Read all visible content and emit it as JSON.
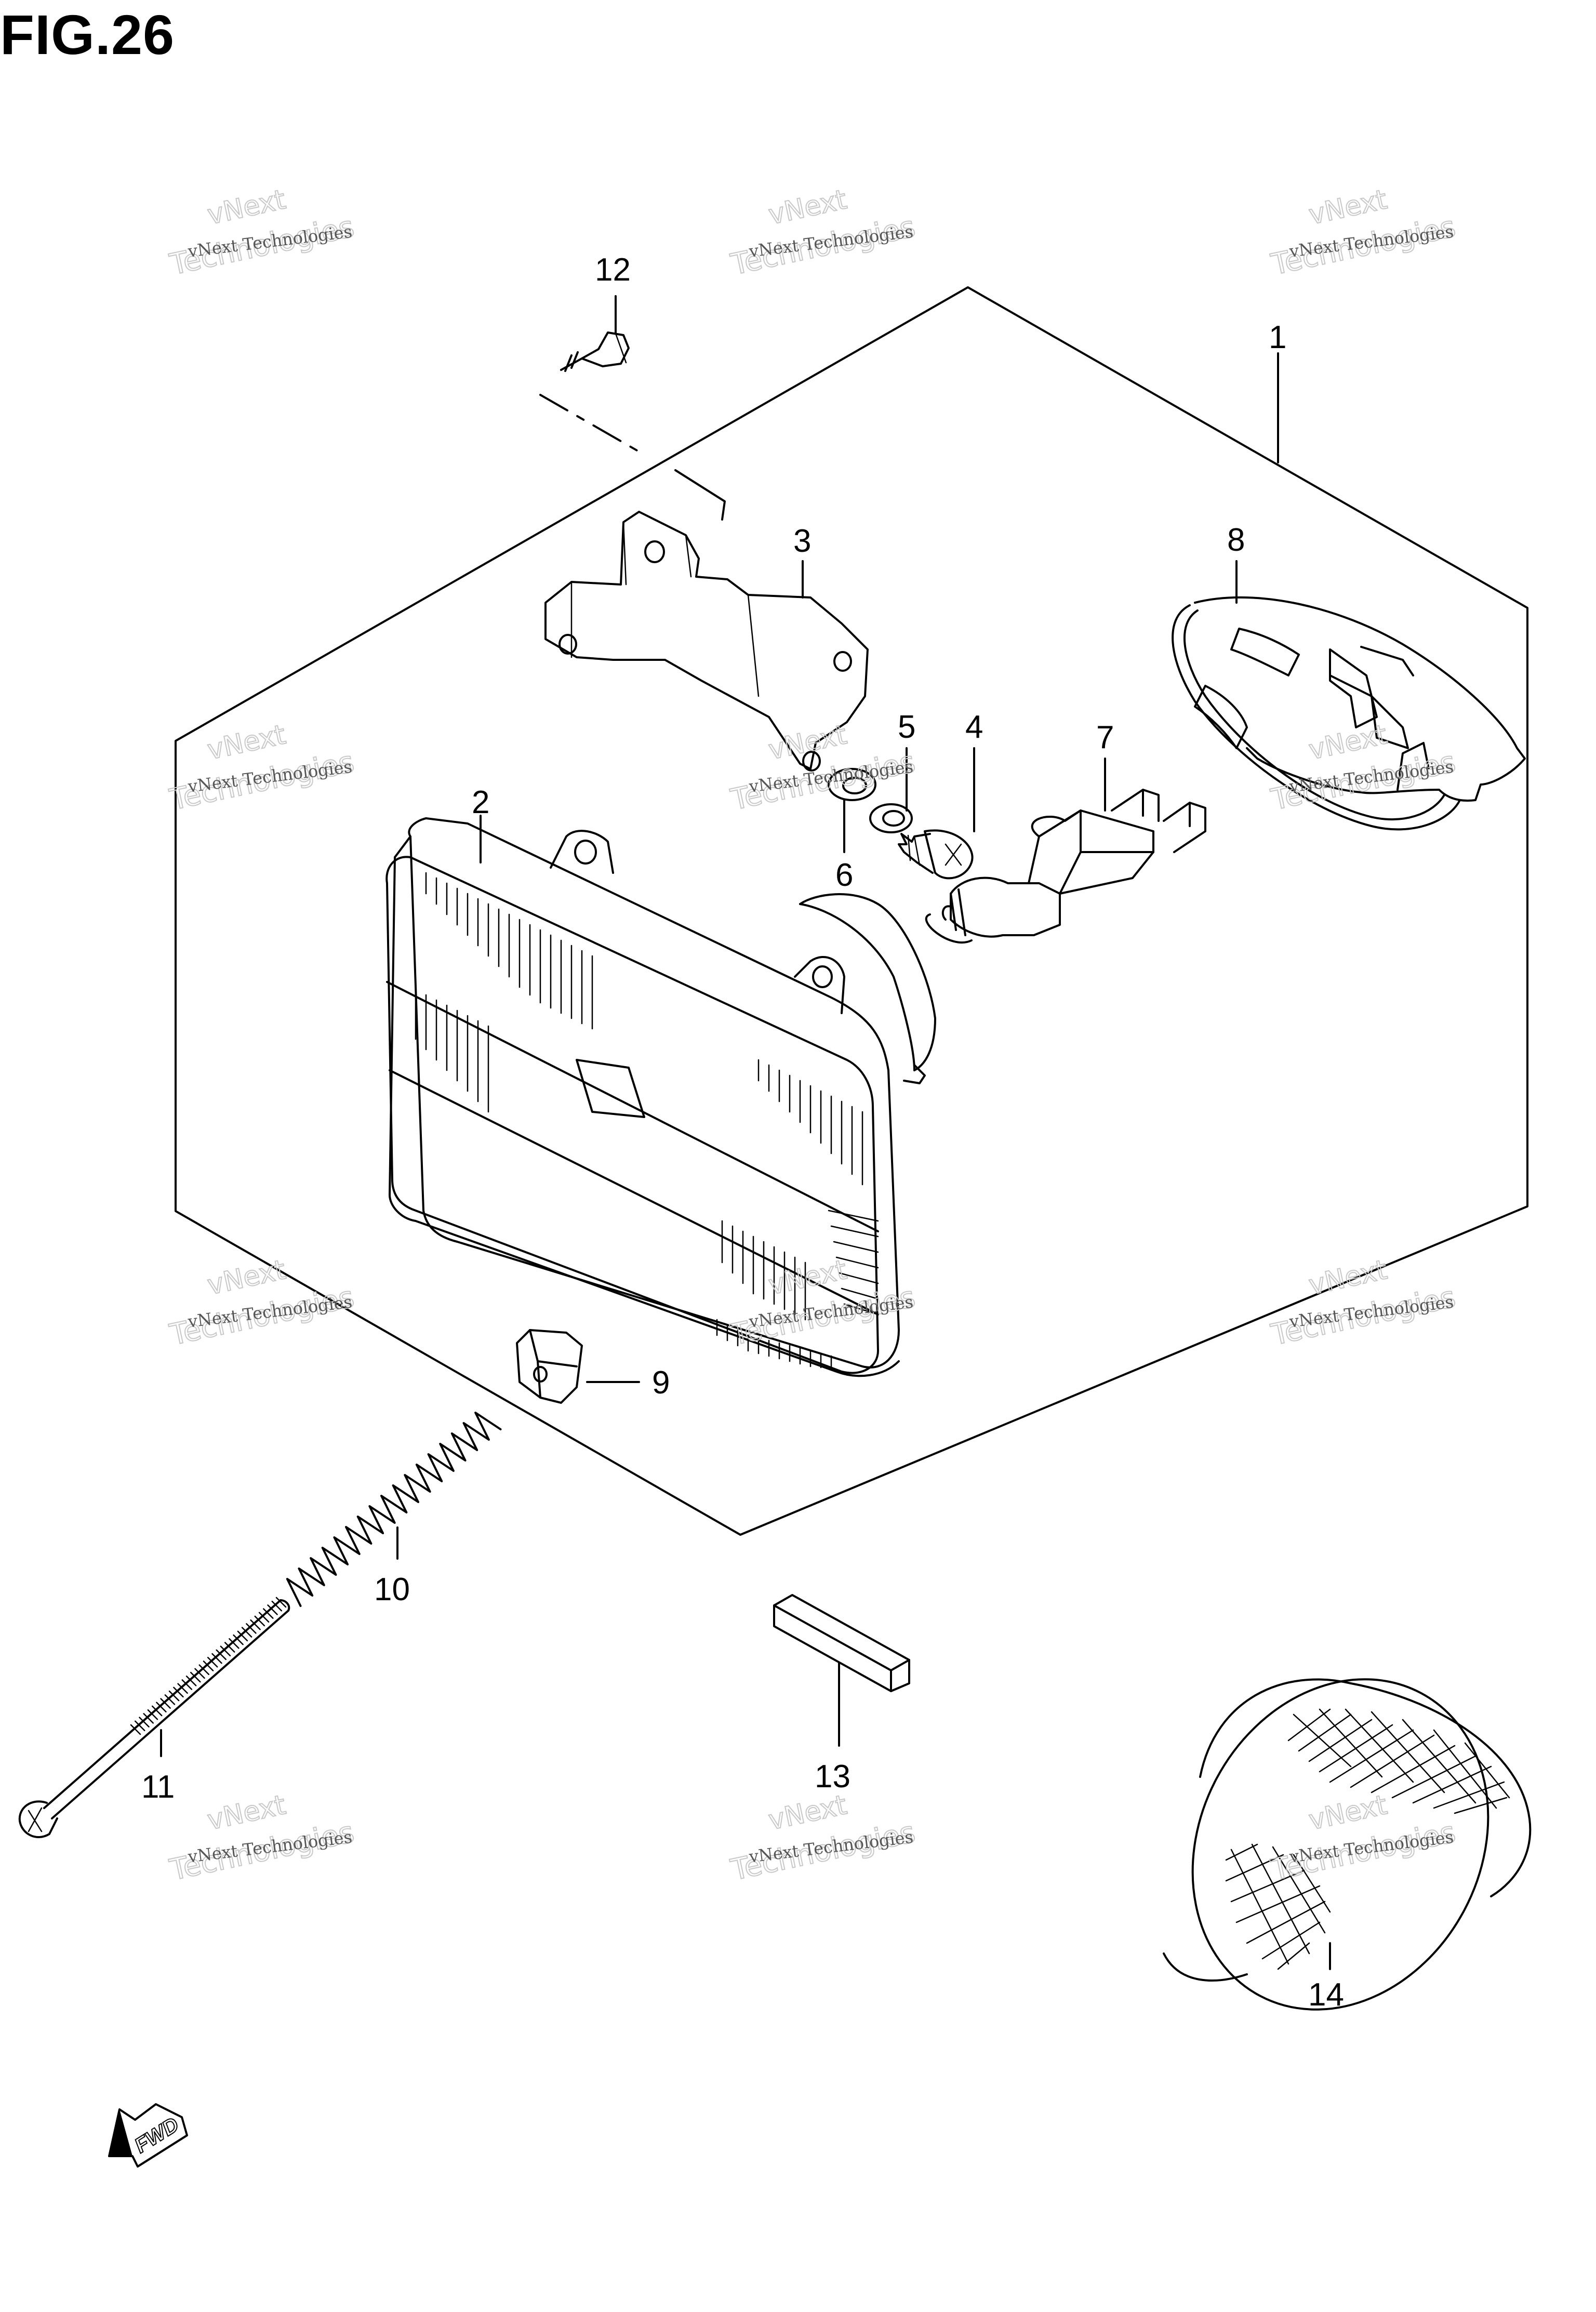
{
  "title": "FIG.26",
  "watermark": {
    "line1": "vNext",
    "line2": "vNext Technologies",
    "line3": "Technologies"
  },
  "callouts": [
    {
      "id": "1",
      "label": "1"
    },
    {
      "id": "2",
      "label": "2"
    },
    {
      "id": "3",
      "label": "3"
    },
    {
      "id": "4",
      "label": "4"
    },
    {
      "id": "5",
      "label": "5"
    },
    {
      "id": "6",
      "label": "6"
    },
    {
      "id": "7",
      "label": "7"
    },
    {
      "id": "8",
      "label": "8"
    },
    {
      "id": "9",
      "label": "9"
    },
    {
      "id": "10",
      "label": "10"
    },
    {
      "id": "11",
      "label": "11"
    },
    {
      "id": "12",
      "label": "12"
    },
    {
      "id": "13",
      "label": "13"
    },
    {
      "id": "14",
      "label": "14"
    }
  ],
  "direction_arrow": "FWD"
}
